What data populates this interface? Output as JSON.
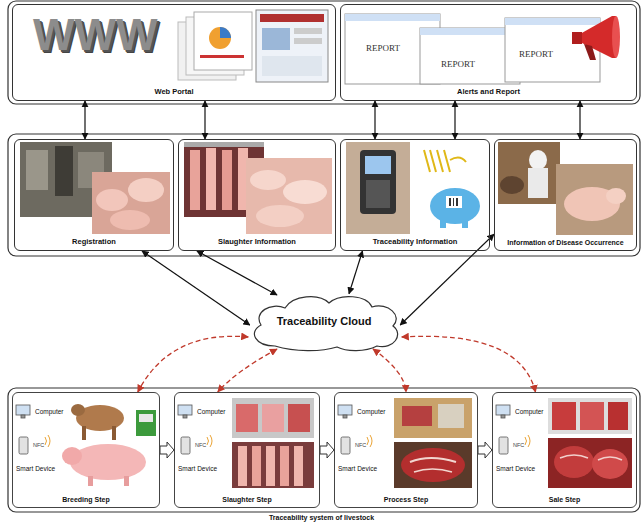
{
  "diagram": {
    "caption": "Traceability system of livestock",
    "nodes": [
      {
        "text": [
          "Web Portal"
        ]
      },
      {
        "text": [
          "Alerts and Report"
        ]
      },
      {
        "text": [
          "Registration"
        ]
      },
      {
        "text": [
          "Slaughter Information"
        ]
      },
      {
        "text": [
          "Traceability Information"
        ]
      },
      {
        "text": [
          "Information of Disease Occurrence"
        ]
      },
      {
        "text": [
          "Traceability Cloud"
        ]
      },
      {
        "text": [
          "Computer",
          "Smart Device",
          "Breeding Step"
        ]
      },
      {
        "text": [
          "Computer",
          "Smart Device",
          "Slaughter Step"
        ]
      },
      {
        "text": [
          "Computer",
          "Smart Device",
          "Process Step"
        ]
      },
      {
        "text": [
          "Computer",
          "Smart Device",
          "Sale Step"
        ]
      }
    ],
    "edges": [
      {
        "from": 0,
        "to": 2,
        "arrow": "both"
      },
      {
        "from": 0,
        "to": 3,
        "arrow": "both"
      },
      {
        "from": 1,
        "to": 4,
        "arrow": "both"
      },
      {
        "from": 1,
        "to": 4,
        "arrow": "both"
      },
      {
        "from": 1,
        "to": 5,
        "arrow": "both"
      },
      {
        "from": 2,
        "to": 6,
        "arrow": "both"
      },
      {
        "from": 3,
        "to": 6,
        "arrow": "both"
      },
      {
        "from": 4,
        "to": 6,
        "arrow": "both"
      },
      {
        "from": 5,
        "to": 6,
        "arrow": "both"
      },
      {
        "from": 6,
        "to": 7,
        "arrow": "both"
      },
      {
        "from": 6,
        "to": 8,
        "arrow": "both"
      },
      {
        "from": 6,
        "to": 9,
        "arrow": "both"
      },
      {
        "from": 6,
        "to": 10,
        "arrow": "both"
      },
      {
        "from": 7,
        "to": 8,
        "arrow": "to"
      },
      {
        "from": 8,
        "to": 9,
        "arrow": "to"
      },
      {
        "from": 9,
        "to": 10,
        "arrow": "to"
      }
    ],
    "labels": [
      "WWW",
      "REPORT",
      "REPORT",
      "REPORT",
      "NFC",
      "NFC",
      "NFC",
      "NFC"
    ]
  }
}
